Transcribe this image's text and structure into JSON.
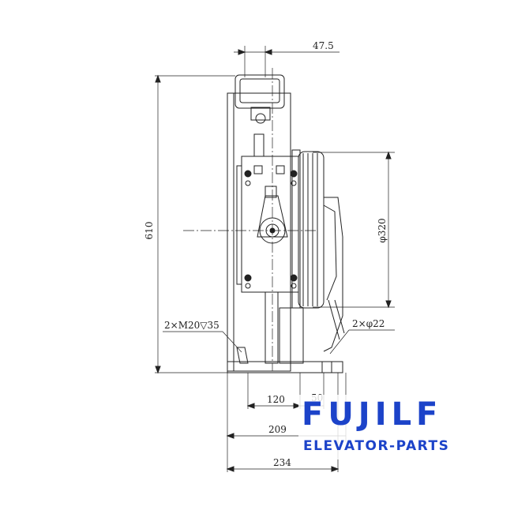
{
  "dimensions": {
    "top_offset": "47.5",
    "height": "610",
    "diameter": "φ320",
    "bolt_holes": "2×M20▽35",
    "holes": "2×φ22",
    "width_120": "120",
    "width_50": "50",
    "width_209": "209",
    "width_234": "234"
  },
  "logo": {
    "main": "FUJILF",
    "sub": "ELEVATOR-PARTS"
  },
  "colors": {
    "line": "#222222",
    "logo": "#1c43c9"
  }
}
